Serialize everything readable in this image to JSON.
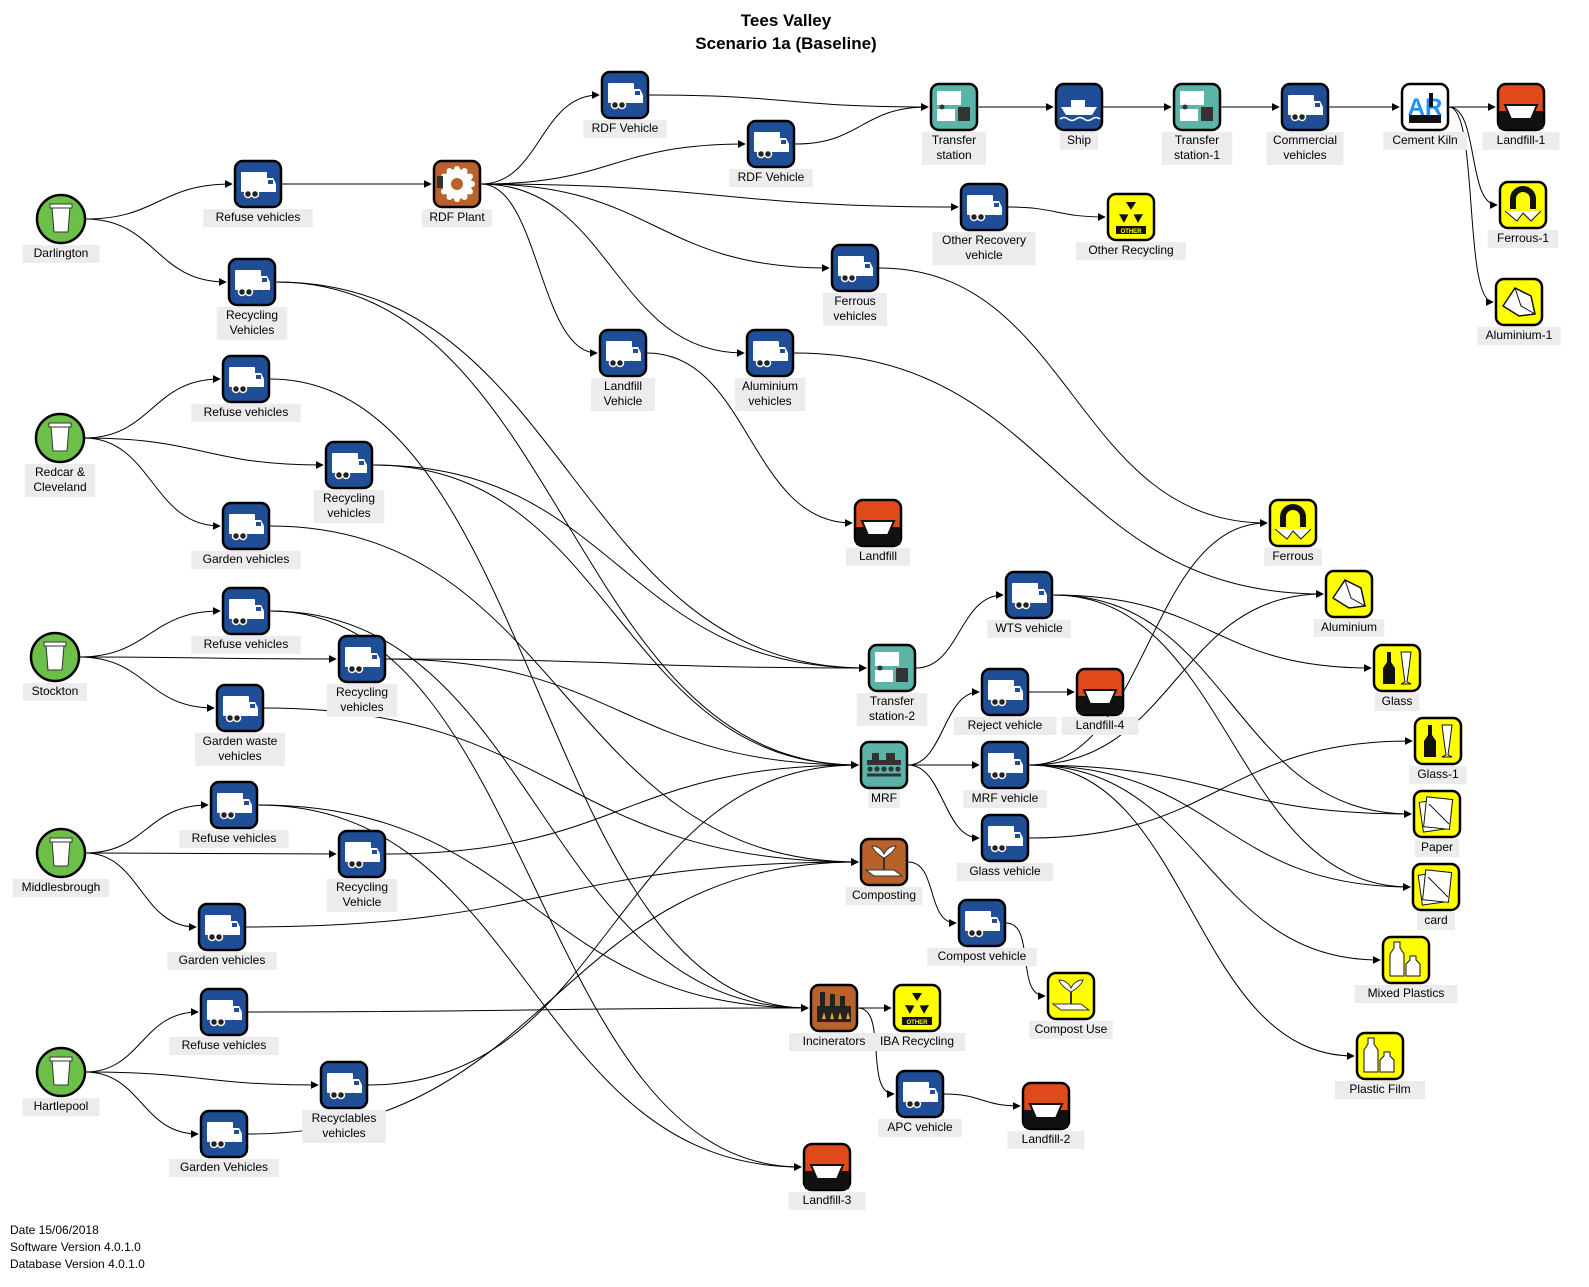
{
  "title": [
    "Tees Valley",
    "Scenario 1a (Baseline)"
  ],
  "footer": {
    "date": "Date 15/06/2018",
    "software": "Software Version 4.0.1.0",
    "database": "Database Version 4.0.1.0"
  },
  "colors": {
    "source": "#6cc04a",
    "vehicle": "#1f4e96",
    "transfer": "#5ab4a8",
    "landfill": "#e04a1a",
    "recycle": "#ffff00",
    "process": "#b8612a",
    "edge": "#000000"
  },
  "nodes": [
    {
      "id": "darlington",
      "type": "source",
      "icon": "bin-icon",
      "label": [
        "Darlington"
      ]
    },
    {
      "id": "redcar",
      "type": "source",
      "icon": "bin-icon",
      "label": [
        "Redcar &",
        "Cleveland"
      ]
    },
    {
      "id": "stockton",
      "type": "source",
      "icon": "bin-icon",
      "label": [
        "Stockton"
      ]
    },
    {
      "id": "middlesbrough",
      "type": "source",
      "icon": "bin-icon",
      "label": [
        "Middlesbrough"
      ]
    },
    {
      "id": "hartlepool",
      "type": "source",
      "icon": "bin-icon",
      "label": [
        "Hartlepool"
      ]
    },
    {
      "id": "d_refuse",
      "type": "vehicle",
      "icon": "truck-icon",
      "label": [
        "Refuse vehicles"
      ]
    },
    {
      "id": "d_recyc",
      "type": "vehicle",
      "icon": "truck-icon",
      "label": [
        "Recycling",
        "Vehicles"
      ]
    },
    {
      "id": "r_refuse",
      "type": "vehicle",
      "icon": "truck-icon",
      "label": [
        "Refuse vehicles"
      ]
    },
    {
      "id": "r_recyc",
      "type": "vehicle",
      "icon": "truck-icon",
      "label": [
        "Recycling",
        "vehicles"
      ]
    },
    {
      "id": "r_garden",
      "type": "vehicle",
      "icon": "truck-icon",
      "label": [
        "Garden vehicles"
      ]
    },
    {
      "id": "s_refuse",
      "type": "vehicle",
      "icon": "truck-icon",
      "label": [
        "Refuse vehicles"
      ]
    },
    {
      "id": "s_recyc",
      "type": "vehicle",
      "icon": "truck-icon",
      "label": [
        "Recycling",
        "vehicles"
      ]
    },
    {
      "id": "s_garden",
      "type": "vehicle",
      "icon": "truck-icon",
      "label": [
        "Garden waste",
        "vehicles"
      ]
    },
    {
      "id": "m_refuse",
      "type": "vehicle",
      "icon": "truck-icon",
      "label": [
        "Refuse vehicles"
      ]
    },
    {
      "id": "m_recyc",
      "type": "vehicle",
      "icon": "truck-icon",
      "label": [
        "Recycling",
        "Vehicle"
      ]
    },
    {
      "id": "m_garden",
      "type": "vehicle",
      "icon": "truck-icon",
      "label": [
        "Garden vehicles"
      ]
    },
    {
      "id": "h_refuse",
      "type": "vehicle",
      "icon": "truck-icon",
      "label": [
        "Refuse vehicles"
      ]
    },
    {
      "id": "h_recyc",
      "type": "vehicle",
      "icon": "truck-icon",
      "label": [
        "Recyclables",
        "vehicles"
      ]
    },
    {
      "id": "h_garden",
      "type": "vehicle",
      "icon": "truck-icon",
      "label": [
        "Garden Vehicles"
      ]
    },
    {
      "id": "rdf_plant",
      "type": "process",
      "icon": "gear-plant-icon",
      "label": [
        "RDF Plant"
      ]
    },
    {
      "id": "rdf_v1",
      "type": "vehicle",
      "icon": "truck-icon",
      "label": [
        "RDF Vehicle"
      ]
    },
    {
      "id": "rdf_v2",
      "type": "vehicle",
      "icon": "truck-icon",
      "label": [
        "RDF Vehicle"
      ]
    },
    {
      "id": "transfer",
      "type": "transfer",
      "icon": "transfer-station-icon",
      "label": [
        "Transfer",
        "station"
      ]
    },
    {
      "id": "ship",
      "type": "vehicle",
      "icon": "ship-icon",
      "label": [
        "Ship"
      ]
    },
    {
      "id": "transfer1",
      "type": "transfer",
      "icon": "transfer-station-icon",
      "label": [
        "Transfer",
        "station-1"
      ]
    },
    {
      "id": "commercial",
      "type": "vehicle",
      "icon": "truck-icon",
      "label": [
        "Commercial",
        "vehicles"
      ]
    },
    {
      "id": "cement",
      "type": "cement",
      "icon": "cement-kiln-icon",
      "label": [
        "Cement Kiln"
      ]
    },
    {
      "id": "landfill1",
      "type": "landfill",
      "icon": "landfill-icon",
      "label": [
        "Landfill-1"
      ]
    },
    {
      "id": "ferrous1",
      "type": "recycle",
      "icon": "magnet-icon",
      "label": [
        "Ferrous-1"
      ]
    },
    {
      "id": "aluminium1",
      "type": "recycle",
      "icon": "can-icon",
      "label": [
        "Aluminium-1"
      ]
    },
    {
      "id": "other_rec_v",
      "type": "vehicle",
      "icon": "truck-icon",
      "label": [
        "Other Recovery",
        "vehicle"
      ]
    },
    {
      "id": "other_recycling",
      "type": "recycle",
      "icon": "recycle-icon",
      "label": [
        "Other Recycling"
      ]
    },
    {
      "id": "ferrous_v",
      "type": "vehicle",
      "icon": "truck-icon",
      "label": [
        "Ferrous",
        "vehicles"
      ]
    },
    {
      "id": "landfill_v",
      "type": "vehicle",
      "icon": "truck-icon",
      "label": [
        "Landfill",
        "Vehicle"
      ]
    },
    {
      "id": "alu_v",
      "type": "vehicle",
      "icon": "truck-icon",
      "label": [
        "Aluminium",
        "vehicles"
      ]
    },
    {
      "id": "landfill",
      "type": "landfill",
      "icon": "landfill-icon",
      "label": [
        "Landfill"
      ]
    },
    {
      "id": "ferrous",
      "type": "recycle",
      "icon": "magnet-icon",
      "label": [
        "Ferrous"
      ]
    },
    {
      "id": "aluminium",
      "type": "recycle",
      "icon": "can-icon",
      "label": [
        "Aluminium"
      ]
    },
    {
      "id": "glass",
      "type": "recycle",
      "icon": "bottle-icon",
      "label": [
        "Glass"
      ]
    },
    {
      "id": "glass1",
      "type": "recycle",
      "icon": "bottle-icon",
      "label": [
        "Glass-1"
      ]
    },
    {
      "id": "paper",
      "type": "recycle",
      "icon": "paper-icon",
      "label": [
        "Paper"
      ]
    },
    {
      "id": "card",
      "type": "recycle",
      "icon": "paper-icon",
      "label": [
        "card"
      ]
    },
    {
      "id": "mixed_plastics",
      "type": "recycle",
      "icon": "plastic-bottle-icon",
      "label": [
        "Mixed Plastics"
      ]
    },
    {
      "id": "plastic_film",
      "type": "recycle",
      "icon": "plastic-bottle-icon",
      "label": [
        "Plastic Film"
      ]
    },
    {
      "id": "transfer2",
      "type": "transfer",
      "icon": "transfer-station-icon",
      "label": [
        "Transfer",
        "station-2"
      ]
    },
    {
      "id": "wts_v",
      "type": "vehicle",
      "icon": "truck-icon",
      "label": [
        "WTS vehicle"
      ]
    },
    {
      "id": "mrf",
      "type": "transfer",
      "icon": "mrf-conveyor-icon",
      "label": [
        "MRF"
      ]
    },
    {
      "id": "reject_v",
      "type": "vehicle",
      "icon": "truck-icon",
      "label": [
        "Reject vehicle"
      ]
    },
    {
      "id": "landfill4",
      "type": "landfill",
      "icon": "landfill-icon",
      "label": [
        "Landfill-4"
      ]
    },
    {
      "id": "mrf_v",
      "type": "vehicle",
      "icon": "truck-icon",
      "label": [
        "MRF vehicle"
      ]
    },
    {
      "id": "glass_v",
      "type": "vehicle",
      "icon": "truck-icon",
      "label": [
        "Glass vehicle"
      ]
    },
    {
      "id": "composting",
      "type": "process",
      "icon": "compost-plant-icon",
      "label": [
        "Composting"
      ]
    },
    {
      "id": "compost_v",
      "type": "vehicle",
      "icon": "truck-icon",
      "label": [
        "Compost vehicle"
      ]
    },
    {
      "id": "compost_use",
      "type": "recycle",
      "icon": "compost-plant-icon",
      "label": [
        "Compost Use"
      ]
    },
    {
      "id": "incinerators",
      "type": "process",
      "icon": "factory-icon",
      "label": [
        "Incinerators"
      ]
    },
    {
      "id": "iba_recycling",
      "type": "recycle",
      "icon": "recycle-icon",
      "label": [
        "IBA Recycling"
      ]
    },
    {
      "id": "apc_v",
      "type": "vehicle",
      "icon": "truck-icon",
      "label": [
        "APC vehicle"
      ]
    },
    {
      "id": "landfill2",
      "type": "landfill",
      "icon": "landfill-icon",
      "label": [
        "Landfill-2"
      ]
    },
    {
      "id": "landfill3",
      "type": "landfill",
      "icon": "landfill-icon",
      "label": [
        "Landfill-3"
      ]
    }
  ],
  "edges": [
    [
      "darlington",
      "d_refuse"
    ],
    [
      "darlington",
      "d_recyc"
    ],
    [
      "redcar",
      "r_refuse"
    ],
    [
      "redcar",
      "r_recyc"
    ],
    [
      "redcar",
      "r_garden"
    ],
    [
      "stockton",
      "s_refuse"
    ],
    [
      "stockton",
      "s_recyc"
    ],
    [
      "stockton",
      "s_garden"
    ],
    [
      "middlesbrough",
      "m_refuse"
    ],
    [
      "middlesbrough",
      "m_recyc"
    ],
    [
      "middlesbrough",
      "m_garden"
    ],
    [
      "hartlepool",
      "h_refuse"
    ],
    [
      "hartlepool",
      "h_recyc"
    ],
    [
      "hartlepool",
      "h_garden"
    ],
    [
      "d_refuse",
      "rdf_plant"
    ],
    [
      "rdf_plant",
      "rdf_v1"
    ],
    [
      "rdf_plant",
      "rdf_v2"
    ],
    [
      "rdf_plant",
      "other_rec_v"
    ],
    [
      "rdf_plant",
      "ferrous_v"
    ],
    [
      "rdf_plant",
      "landfill_v"
    ],
    [
      "rdf_plant",
      "alu_v"
    ],
    [
      "rdf_v1",
      "transfer"
    ],
    [
      "rdf_v2",
      "transfer"
    ],
    [
      "transfer",
      "ship"
    ],
    [
      "ship",
      "transfer1"
    ],
    [
      "transfer1",
      "commercial"
    ],
    [
      "commercial",
      "cement"
    ],
    [
      "cement",
      "landfill1"
    ],
    [
      "cement",
      "ferrous1"
    ],
    [
      "cement",
      "aluminium1"
    ],
    [
      "other_rec_v",
      "other_recycling"
    ],
    [
      "ferrous_v",
      "ferrous"
    ],
    [
      "alu_v",
      "aluminium"
    ],
    [
      "landfill_v",
      "landfill"
    ],
    [
      "d_recyc",
      "transfer2"
    ],
    [
      "d_recyc",
      "mrf"
    ],
    [
      "r_refuse",
      "incinerators"
    ],
    [
      "r_recyc",
      "transfer2"
    ],
    [
      "r_recyc",
      "mrf"
    ],
    [
      "r_garden",
      "composting"
    ],
    [
      "s_refuse",
      "incinerators"
    ],
    [
      "s_refuse",
      "landfill3"
    ],
    [
      "s_recyc",
      "transfer2"
    ],
    [
      "s_recyc",
      "mrf"
    ],
    [
      "s_garden",
      "composting"
    ],
    [
      "m_refuse",
      "incinerators"
    ],
    [
      "m_refuse",
      "landfill3"
    ],
    [
      "m_recyc",
      "mrf"
    ],
    [
      "m_garden",
      "composting"
    ],
    [
      "h_refuse",
      "incinerators"
    ],
    [
      "h_recyc",
      "mrf"
    ],
    [
      "h_garden",
      "composting"
    ],
    [
      "transfer2",
      "wts_v"
    ],
    [
      "wts_v",
      "glass"
    ],
    [
      "wts_v",
      "paper"
    ],
    [
      "wts_v",
      "card"
    ],
    [
      "mrf",
      "reject_v"
    ],
    [
      "mrf",
      "mrf_v"
    ],
    [
      "mrf",
      "glass_v"
    ],
    [
      "reject_v",
      "landfill4"
    ],
    [
      "mrf_v",
      "ferrous"
    ],
    [
      "mrf_v",
      "aluminium"
    ],
    [
      "mrf_v",
      "paper"
    ],
    [
      "mrf_v",
      "card"
    ],
    [
      "mrf_v",
      "mixed_plastics"
    ],
    [
      "mrf_v",
      "plastic_film"
    ],
    [
      "glass_v",
      "glass1"
    ],
    [
      "composting",
      "compost_v"
    ],
    [
      "compost_v",
      "compost_use"
    ],
    [
      "incinerators",
      "iba_recycling"
    ],
    [
      "incinerators",
      "apc_v"
    ],
    [
      "apc_v",
      "landfill2"
    ]
  ]
}
